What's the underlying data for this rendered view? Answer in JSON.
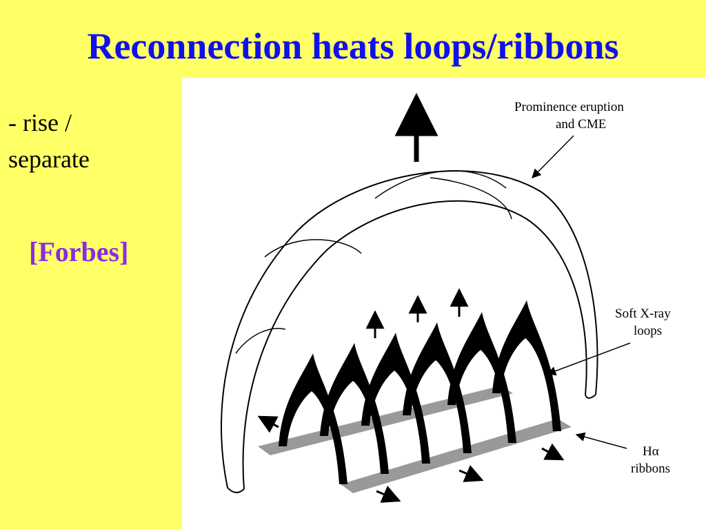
{
  "slide": {
    "title": "Reconnection heats loops/ribbons",
    "bullet_line1": "- rise /",
    "bullet_line2": "separate",
    "credit": "[Forbes]"
  },
  "diagram": {
    "label_prominence_line1": "Prominence eruption",
    "label_prominence_line2": "and CME",
    "label_xray_line1": "Soft X-ray",
    "label_xray_line2": "loops",
    "label_halpha_line1": "Hα",
    "label_halpha_line2": "ribbons"
  },
  "colors": {
    "background": "#ffff66",
    "title": "#1010ee",
    "credit": "#8a2be2",
    "ribbon": "#999999"
  }
}
